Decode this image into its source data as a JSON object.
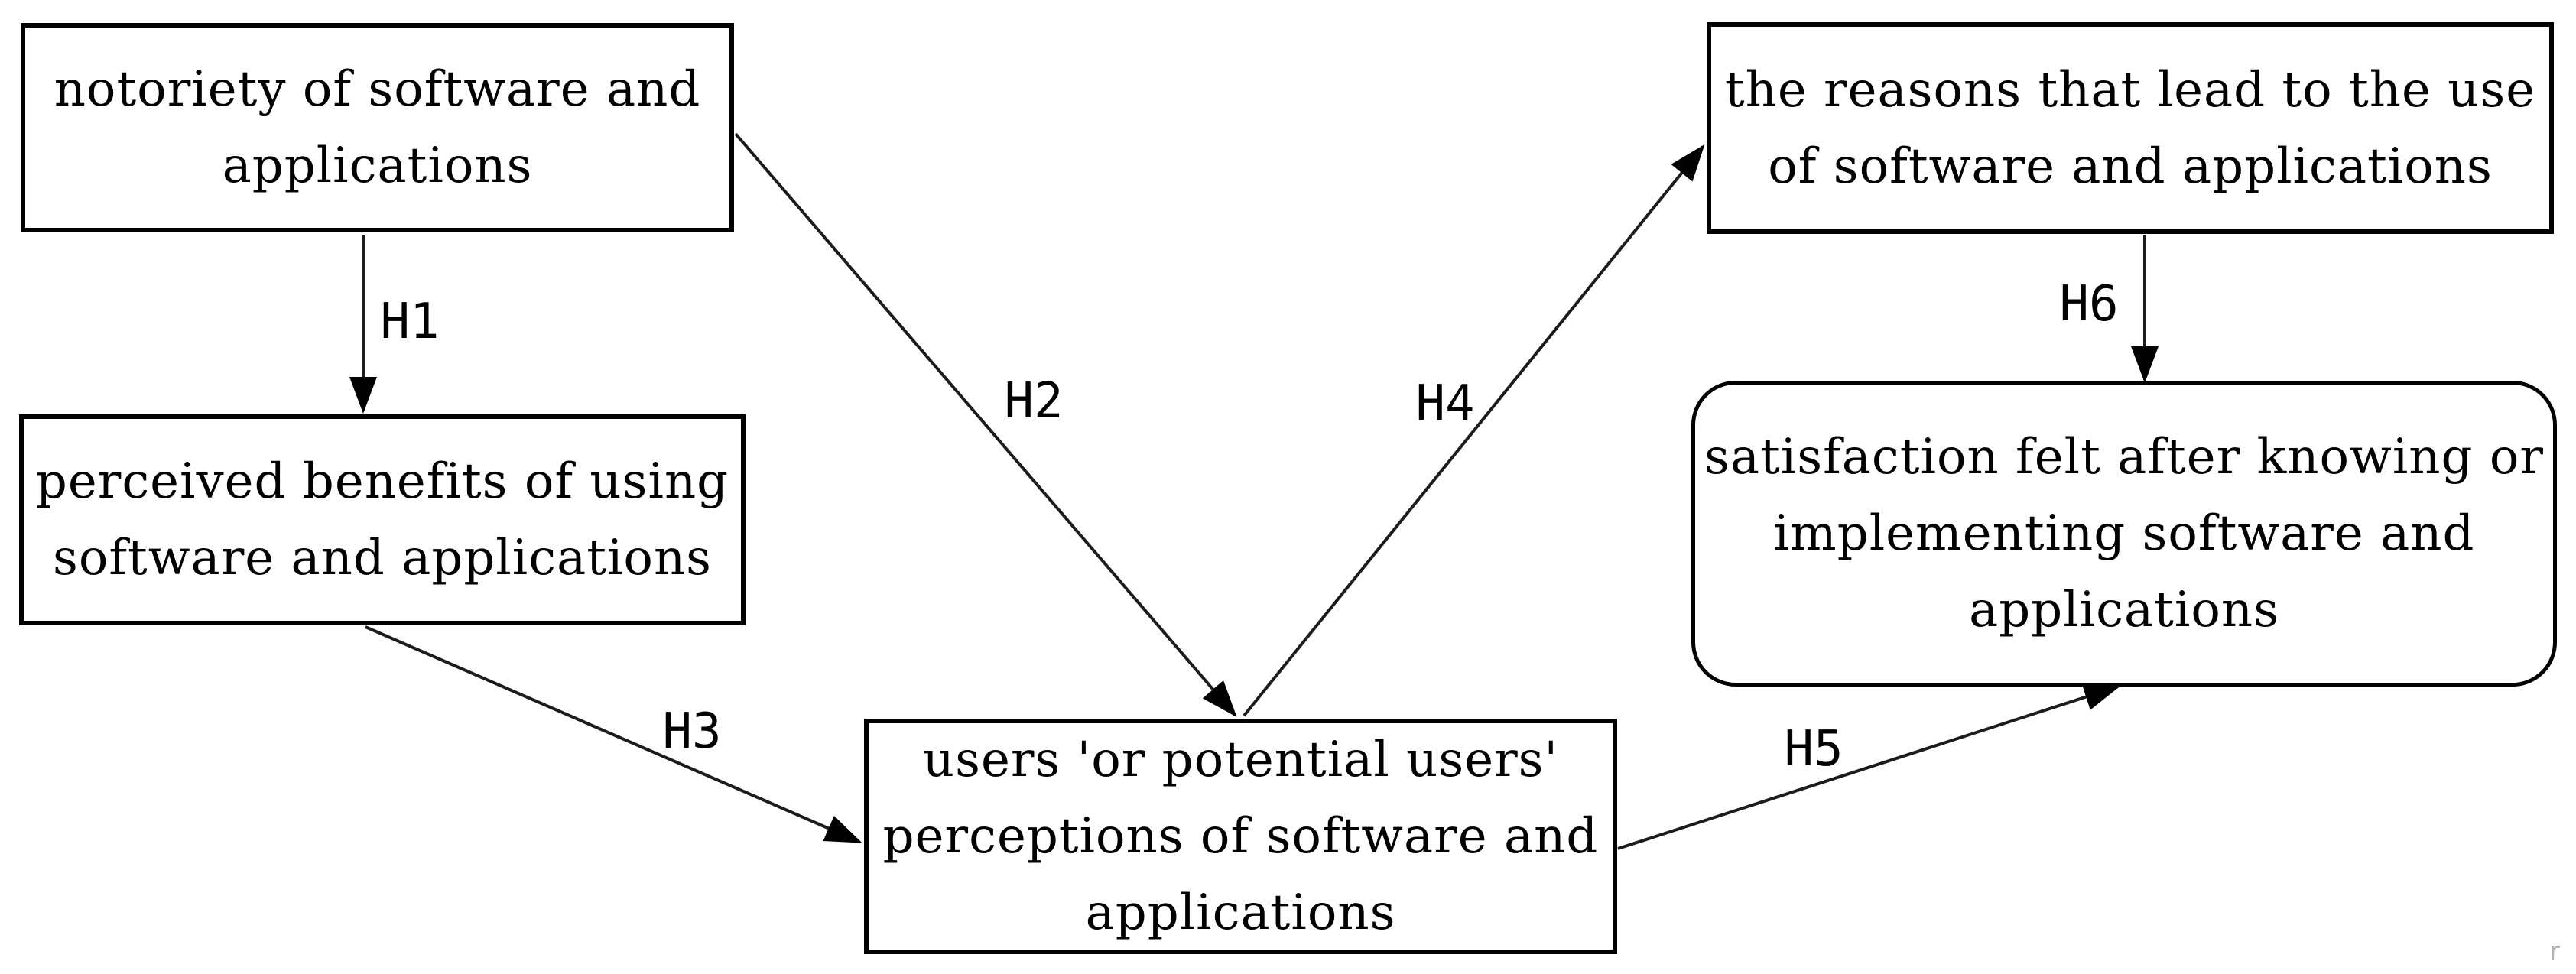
{
  "colors": {
    "background": "#ffffff",
    "box_border": "#000000",
    "text": "#000000",
    "arrow_line": "#1c1c1c",
    "arrowhead": "#000000",
    "stray_mark": "#b3b3b3"
  },
  "nodes": {
    "notoriety": {
      "label": [
        "notoriety of software and",
        "applications"
      ],
      "shape": "rectangle"
    },
    "perceived_benefits": {
      "label": [
        "perceived benefits of using",
        "software and applications"
      ],
      "shape": "rectangle"
    },
    "user_perceptions": {
      "label": [
        "users 'or potential users'",
        "perceptions of software and",
        "applications"
      ],
      "shape": "rectangle"
    },
    "reasons_for_use": {
      "label": [
        "the reasons that lead to the use",
        "of software and applications"
      ],
      "shape": "rectangle"
    },
    "satisfaction": {
      "label": [
        "satisfaction felt after knowing or",
        "implementing software and",
        "applications"
      ],
      "shape": "rounded-rectangle"
    }
  },
  "edges": {
    "h1": {
      "label": "H1",
      "from": "notoriety",
      "to": "perceived_benefits"
    },
    "h2": {
      "label": "H2",
      "from": "notoriety",
      "to": "user_perceptions"
    },
    "h3": {
      "label": "H3",
      "from": "perceived_benefits",
      "to": "user_perceptions"
    },
    "h4": {
      "label": "H4",
      "from": "user_perceptions",
      "to": "reasons_for_use"
    },
    "h5": {
      "label": "H5",
      "from": "user_perceptions",
      "to": "satisfaction"
    },
    "h6": {
      "label": "H6",
      "from": "reasons_for_use",
      "to": "satisfaction"
    }
  },
  "artifact": {
    "mark": "r"
  }
}
